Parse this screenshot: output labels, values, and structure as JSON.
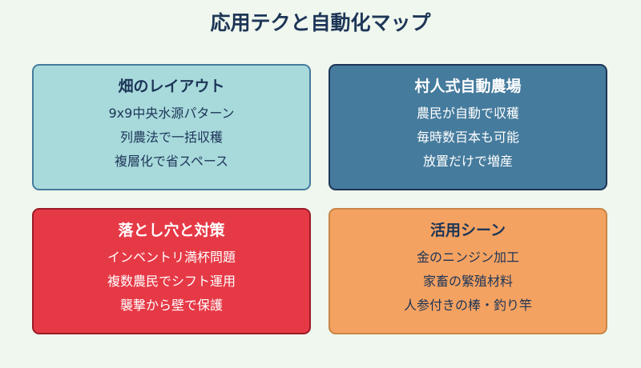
{
  "title": "応用テクと自動化マップ",
  "colors": {
    "background": "#eff7ee",
    "title": "#1d3557"
  },
  "cards": [
    {
      "title": "畑のレイアウト",
      "items": [
        "9x9中央水源パターン",
        "列農法で一括収穫",
        "複層化で省スペース"
      ],
      "fill": "#a8dadc",
      "border": "#457b9d",
      "text": "#1d3557"
    },
    {
      "title": "村人式自動農場",
      "items": [
        "農民が自動で収穫",
        "毎時数百本も可能",
        "放置だけで増産"
      ],
      "fill": "#457b9d",
      "border": "#1d3557",
      "text": "#ffffff"
    },
    {
      "title": "落とし穴と対策",
      "items": [
        "インベントリ満杯問題",
        "複数農民でシフト運用",
        "襲撃から壁で保護"
      ],
      "fill": "#e63946",
      "border": "#9b1c26",
      "text": "#ffffff"
    },
    {
      "title": "活用シーン",
      "items": [
        "金のニンジン加工",
        "家畜の繁殖材料",
        "人参付きの棒・釣り竿"
      ],
      "fill": "#f4a261",
      "border": "#c98544",
      "text": "#1d3557"
    }
  ]
}
